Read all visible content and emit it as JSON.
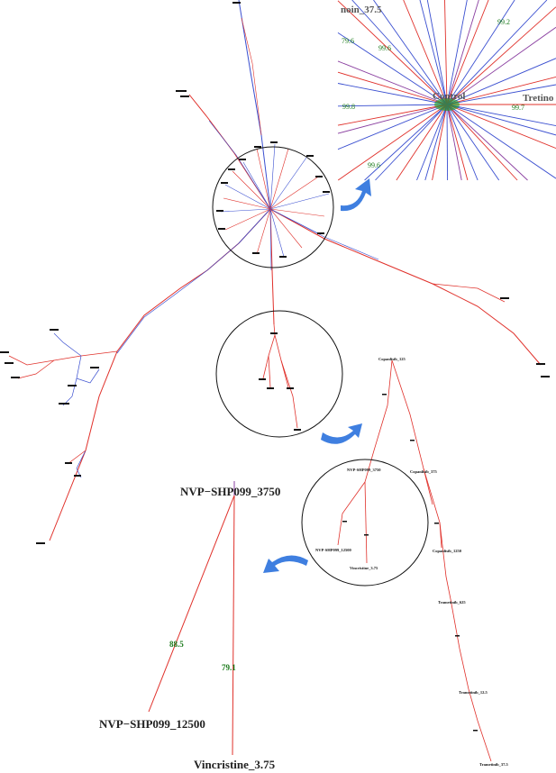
{
  "colors": {
    "red_branch": "#e0302a",
    "blue_branch": "#3a4fd0",
    "purple_branch": "#8a3fa0",
    "arrow": "#3f7fe0",
    "bootstrap": "#1a7a1a",
    "circle": "#111111"
  },
  "inset_top": {
    "label_left": "noin_37.5",
    "label_center": "Control",
    "label_right": "Tretino",
    "bootstrap": [
      "99.2",
      "79.6",
      "99.6",
      "99.8",
      "99.7",
      "99.6"
    ]
  },
  "mid_zoom": {
    "labels": [
      "Copanlisib_125",
      "NVP-SHP099_3750",
      "Copanlisib_375",
      "NVP-SHP099_12500",
      "Vincristine_3.75",
      "Copanlisib_1250",
      "Trametinib_625",
      "Trametinib_12.5",
      "Trametinib_37.5"
    ]
  },
  "bottom_zoom": {
    "label_top": "NVP−SHP099_3750",
    "label_left": "NVP−SHP099_12500",
    "label_bottom": "Vincristine_3.75",
    "bootstrap_left": "88.5",
    "bootstrap_right": "79.1"
  },
  "icons": [
    "arrow-icon",
    "arrow-icon",
    "arrow-icon"
  ]
}
